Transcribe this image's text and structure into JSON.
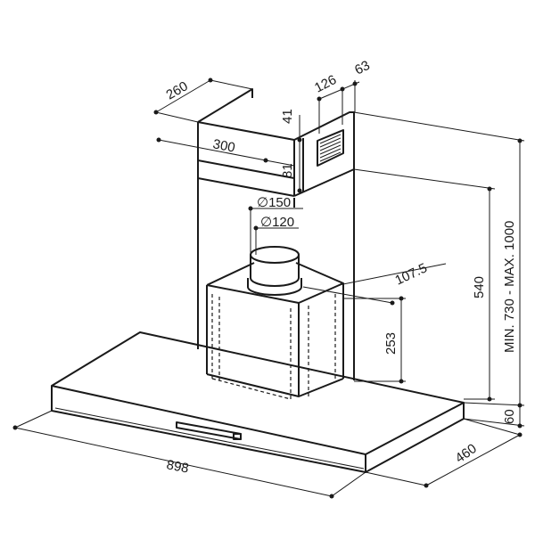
{
  "dimensions": {
    "chimney_depth": "260",
    "chimney_width": "300",
    "top_offset_a": "126",
    "top_offset_b": "63",
    "upper_gap": "41",
    "vent_height": "81",
    "duct_outer": "∅150",
    "duct_inner": "∅120",
    "motor_offset": "107.5",
    "motor_height": "253",
    "body_height": "540",
    "total_height": "MIN. 730 - MAX. 1000",
    "canopy_height": "60",
    "canopy_depth": "460",
    "canopy_width": "898"
  },
  "colors": {
    "line": "#1a1a1a",
    "background": "#ffffff"
  }
}
